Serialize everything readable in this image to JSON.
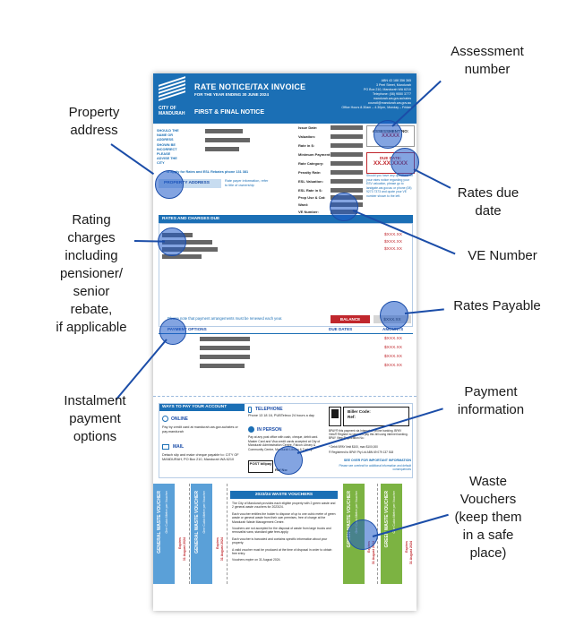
{
  "header": {
    "title": "RATE NOTICE/TAX INVOICE",
    "subtitle": "FOR THE YEAR ENDING 30 JUNE 2024",
    "notice": "FIRST & FINAL NOTICE",
    "logo_text": "CITY OF MANDURAH",
    "contact": [
      "ABN 43 188 356 365",
      "3 Peel Street, Mandurah",
      "PO Box 210, Mandurah WA 6210",
      "Telephone: (08) 9550 3777",
      "mandurah.wa.gov.au/rates",
      "council@mandurah.wa.gov.au",
      "Office Hours 8.30am – 4.30pm, Monday – Friday"
    ]
  },
  "address": {
    "note": "SHOULD THE NAME OR ADDRESS SHOWN BE INCORRECT PLEASE ADVISE THE CITY",
    "apply_text": "To apply for Rates and ESL Rebates phone 131 381",
    "property_address_label": "PROPERTY ADDRESS",
    "info_text": "Rate payer information, refer to title of ownership"
  },
  "fields": [
    "Issue Date:",
    "Valuation:",
    "Rate in $:",
    "Minimum Payment:",
    "Rate Category:",
    "Penalty Rate:",
    "ESL Valuation:",
    "ESL Rate in $:",
    "Prop Use & Cat:",
    "Ward:",
    "VE Number:"
  ],
  "assessment": {
    "label": "ASSESSMENT NO:",
    "value": "XXXXX"
  },
  "due": {
    "label": "DUE DATE:",
    "value": "XX.XX.XXXX"
  },
  "due_note": "Should you have any questions on your rates notice regarding your ESV valuation, please go to landgate.wa.gov.au or phone (08) 9273 7373 and quote your VE number shown to the left.",
  "rates": {
    "heading": "RATES AND CHARGES DUE",
    "amounts": [
      "$XXX.XX",
      "$XXX.XX",
      "$XXX.XX"
    ],
    "renew_note": "Please note that payment arrangements must be renewed each year.",
    "balance_label": "BALANCE",
    "balance_value": "$XXX.XX"
  },
  "payment_options": {
    "headers": [
      "PAYMENT OPTIONS",
      "DUE DATES",
      "AMOUNTS"
    ],
    "amounts": [
      "$XXX.XX",
      "$XXX.XX",
      "$XXX.XX",
      "$XXX.XX"
    ]
  },
  "ways": {
    "heading": "WAYS TO PAY YOUR ACCOUNT",
    "online": "ONLINE",
    "online_text": "Pay by credit card at mandurah.wa.gov.au/rates or pay.mandurah",
    "mail": "MAIL",
    "mail_text": "Detach slip and make cheque payable to: CITY OF MANDURAH, PO Box 210, Mandurah WA 6210",
    "telephone": "TELEPHONE",
    "telephone_text": "Phone 13 18 16, PUBTeleco 24 hours a day",
    "in_person": "IN PERSON",
    "in_person_text": "Pay at any post office with cash, cheque, debit card. Master Card and Visa credit cards accepted at City of Mandurah Administration Centre, Falcon Library & Community Centre, Mandurah Library & Tuckey",
    "biller_code": "Biller Code:",
    "ref": "Ref:",
    "bpay_text": "BPAY® this payment via Internet or phone banking. BPAY View® Register to view and pay this bill using internet banking. BPAY View Registration No.:",
    "bpay_limits": "* Debit BPAY limit $100, max $100,000",
    "registered": "® Registered to BPAY Pty Ltd ABN 69 079 137 518",
    "see_over": "SEE OVER FOR IMPORTANT INFORMATION",
    "see_over_sub": "Please see overleaf for additional information and default consequences",
    "post_billpay": "POST billpay",
    "ref_no": "Ref No:"
  },
  "waste": {
    "heading": "2023/24 WASTE VOUCHERS",
    "paragraphs": [
      "The City of Mandurah provides each eligible property with 2 green waste and 2 general waste vouchers for 2023/24.",
      "Each voucher entitles the holder to dispose of up to one cubic metre of green waste or general waste from their own premises, free of charge at the Mandurah Waste Management Centre.",
      "Vouchers are not accepted for the disposal of waste from large trucks and removalist vans; standard gate fees apply.",
      "Each voucher is barcoded and contains specific information about your property.",
      "A valid voucher must be produced at the time of disposal in order to obtain free entry.",
      "Vouchers expire on 31 August 2024."
    ],
    "general_label": "GENERAL WASTE VOUCHER",
    "general_sub": "One Cubic Metre per Voucher",
    "green_label": "GREEN WASTE VOUCHER",
    "green_sub": "One Cubic Metre per Voucher",
    "expires": "Expires",
    "expiry_date": "31 August 2024"
  },
  "callouts": {
    "assessment": "Assessment\nnumber",
    "property": "Property\naddress",
    "rates_due": "Rates due\ndate",
    "rating": "Rating\ncharges\nincluding\npensioner/\nsenior\nrebate,\nif applicable",
    "ve": "VE Number",
    "payable": "Rates Payable",
    "instalment": "Instalment\npayment\noptions",
    "payment_info": "Payment\ninformation",
    "waste": "Waste\nVouchers\n(keep them\nin a safe\nplace)"
  },
  "colors": {
    "brand_blue": "#1b6fb5",
    "red": "#c0272d",
    "green": "#7cb342",
    "voucher_blue": "#5aa0d8",
    "annotation_blue": "#1b4da8"
  }
}
